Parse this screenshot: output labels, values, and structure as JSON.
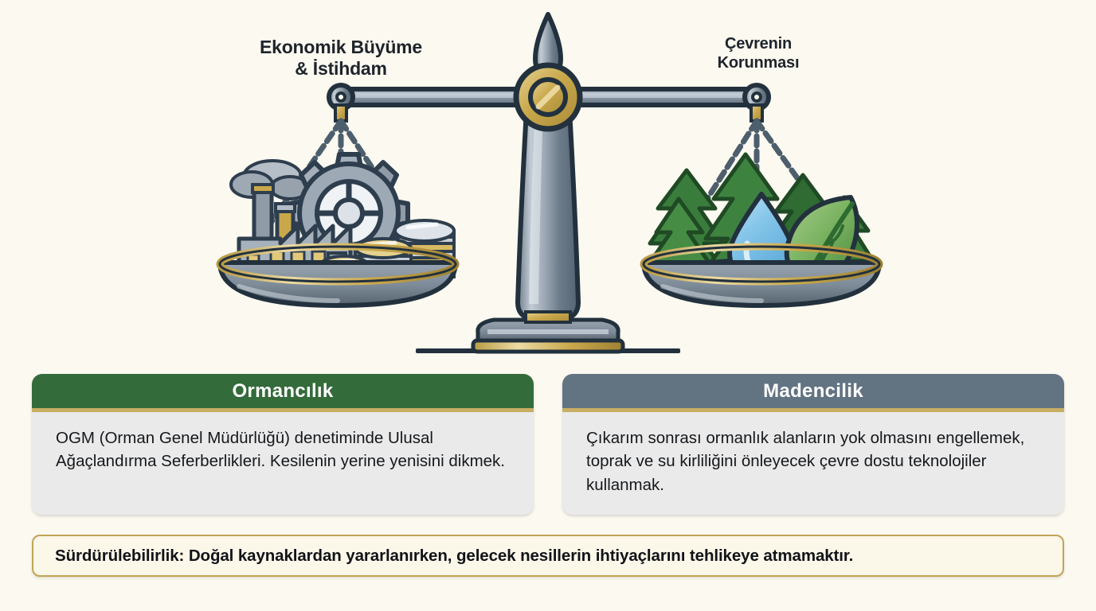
{
  "background_color": "#FBF9F0",
  "illustration": {
    "name": "balance-scale",
    "description": "Two-pan balance scale weighing economy against environment",
    "colors": {
      "steel_light": "#AEB8C2",
      "steel_mid": "#8A97A4",
      "steel_dark": "#5C6B79",
      "outline": "#22313D",
      "gold": "#C9A84C",
      "gold_light": "#E3CC86",
      "pan_interior": "#2E3E4E",
      "tree_green_dark": "#2F6B33",
      "tree_green_mid": "#3E8240",
      "leaf_green": "#7DB564",
      "water_blue": "#7EC2E8",
      "coin_gold": "#D8BA63",
      "coin_silver": "#C9CFD6",
      "smoke_gray": "#9AA3AC"
    },
    "left_pan_items": [
      "factory",
      "smokestacks",
      "smoke-cloud",
      "gear",
      "coin-stacks"
    ],
    "right_pan_items": [
      "pine-trees",
      "water-droplet",
      "water-ripples",
      "leaf"
    ]
  },
  "labels": {
    "left": "Ekonomik Büyüme\n& İstihdam",
    "right": "Çevrenin\nKorunması"
  },
  "cards": [
    {
      "id": "forestry",
      "header": "Ormancılık",
      "header_color": "#346B3B",
      "accent_color": "#C8AE63",
      "body": "OGM (Orman Genel Müdürlüğü) denetiminde Ulusal Ağaçlandırma Seferberlikleri. Kesilenin yerine yenisini dikmek."
    },
    {
      "id": "mining",
      "header": "Madencilik",
      "header_color": "#627382",
      "accent_color": "#C8AE63",
      "body": "Çıkarım sonrası ormanlık alanların yok olmasını engellemek, toprak ve su kirliliğini önleyecek çevre dostu teknolojiler kullanmak."
    }
  ],
  "footer": {
    "text": "Sürdürülebilirlik: Doğal kaynaklardan yararlanırken, gelecek nesillerin ihtiyaçlarını tehlikeye atmamaktır.",
    "border_color": "#C2A456",
    "background_color": "#FBF7E9"
  }
}
